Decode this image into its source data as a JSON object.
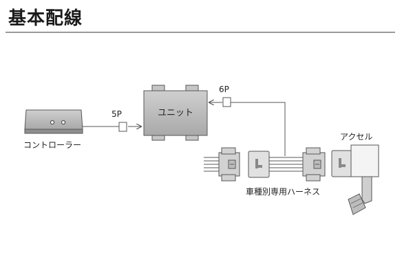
{
  "title": "基本配線",
  "components": {
    "controller": {
      "label": "コントローラー"
    },
    "unit": {
      "label": "ユニット"
    },
    "accel": {
      "label": "アクセル"
    },
    "harness": {
      "label": "車種別専用ハーネス"
    }
  },
  "connectors": {
    "controller_to_unit": "5P",
    "harness_to_unit": "6P"
  },
  "colors": {
    "device_fill": "#bdbdbd",
    "device_stroke": "#555555",
    "line": "#555555",
    "rule": "#9a9a9a"
  },
  "icons": [
    "arrow-right-icon",
    "arrow-left-icon"
  ]
}
